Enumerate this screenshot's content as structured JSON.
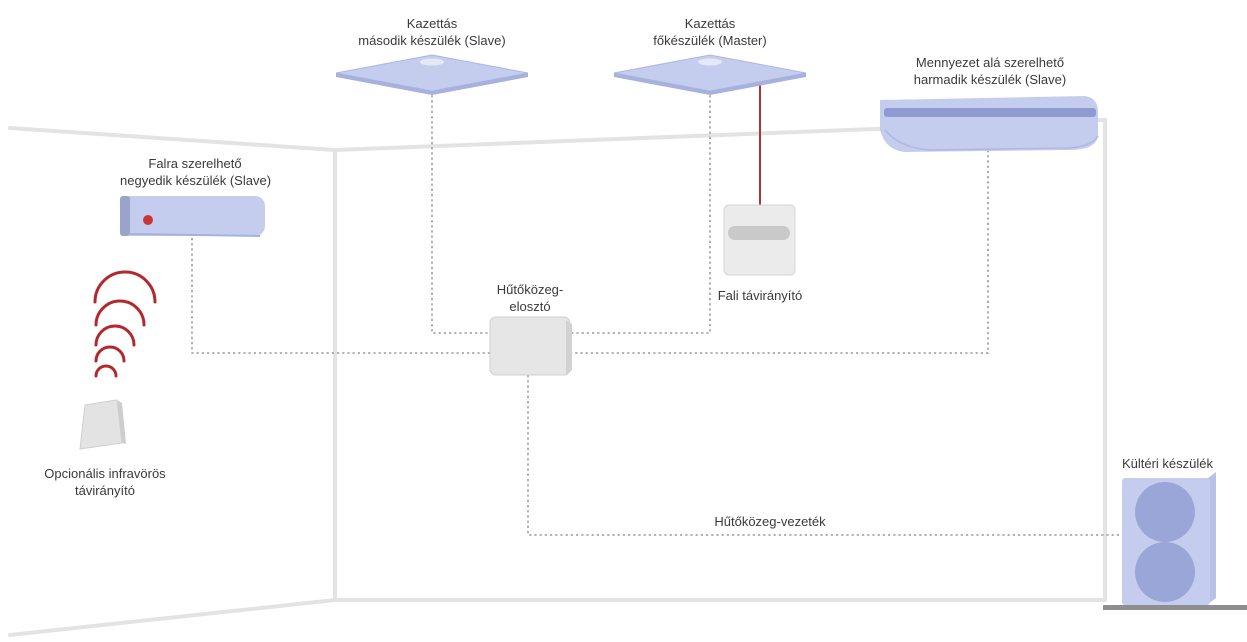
{
  "labels": {
    "cassette_second_line1": "Kazettás",
    "cassette_second_line2": "második készülék (Slave)",
    "cassette_master_line1": "Kazettás",
    "cassette_master_line2": "főkészülék (Master)",
    "ceiling_line1": "Mennyezet alá szerelhető",
    "ceiling_line2": "harmadik készülék (Slave)",
    "wall_line1": "Falra szerelhető",
    "wall_line2": "negyedik készülék (Slave)",
    "distributor_line1": "Hűtőközeg-",
    "distributor_line2": "elosztó",
    "wall_remote": "Fali távirányító",
    "ir_remote_line1": "Opcionális infravörös",
    "ir_remote_line2": "távirányító",
    "outdoor": "Kültéri készülék",
    "pipe": "Hűtőközeg-vezeték"
  },
  "colors": {
    "unit_fill": "#c5cdee",
    "unit_dark": "#a7b1dd",
    "room_lines": "#e3e3e3",
    "dotted_pipe": "#9a9a9a",
    "control_wire": "#a31f1f",
    "ir_waves": "#b3282d",
    "box_fill": "#e6e6e6"
  },
  "icons": [
    "cassette-unit-icon",
    "ceiling-unit-icon",
    "wall-unit-icon",
    "wall-remote-icon",
    "ir-remote-icon",
    "distributor-box-icon",
    "outdoor-unit-icon",
    "ir-signal-waves-icon"
  ]
}
